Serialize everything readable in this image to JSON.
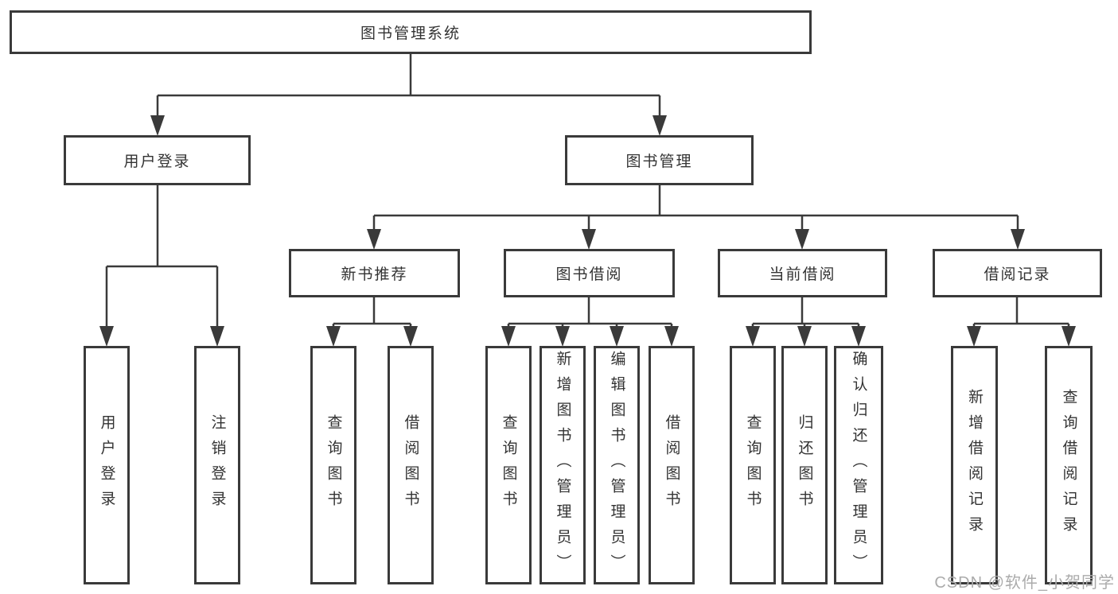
{
  "colors": {
    "line": "#3a3a3a",
    "box_border": "#3a3a3a",
    "text": "#333333",
    "watermark": "#ababab",
    "background": "#ffffff"
  },
  "root": {
    "label": "图书管理系统"
  },
  "branches": [
    {
      "label": "用户登录"
    },
    {
      "label": "图书管理"
    }
  ],
  "groups": [
    {
      "label": "新书推荐"
    },
    {
      "label": "图书借阅"
    },
    {
      "label": "当前借阅"
    },
    {
      "label": "借阅记录"
    }
  ],
  "leaves": [
    {
      "label": "用户登录"
    },
    {
      "label": "注销登录"
    },
    {
      "label": "查询图书"
    },
    {
      "label": "借阅图书"
    },
    {
      "label": "查询图书"
    },
    {
      "label": "新增图书（管理员）"
    },
    {
      "label": "编辑图书（管理员）"
    },
    {
      "label": "借阅图书"
    },
    {
      "label": "查询图书"
    },
    {
      "label": "归还图书"
    },
    {
      "label": "确认归还（管理员）"
    },
    {
      "label": "新增借阅记录"
    },
    {
      "label": "查询借阅记录"
    }
  ],
  "watermark": {
    "text": "CSDN @软件_小贺同学"
  }
}
